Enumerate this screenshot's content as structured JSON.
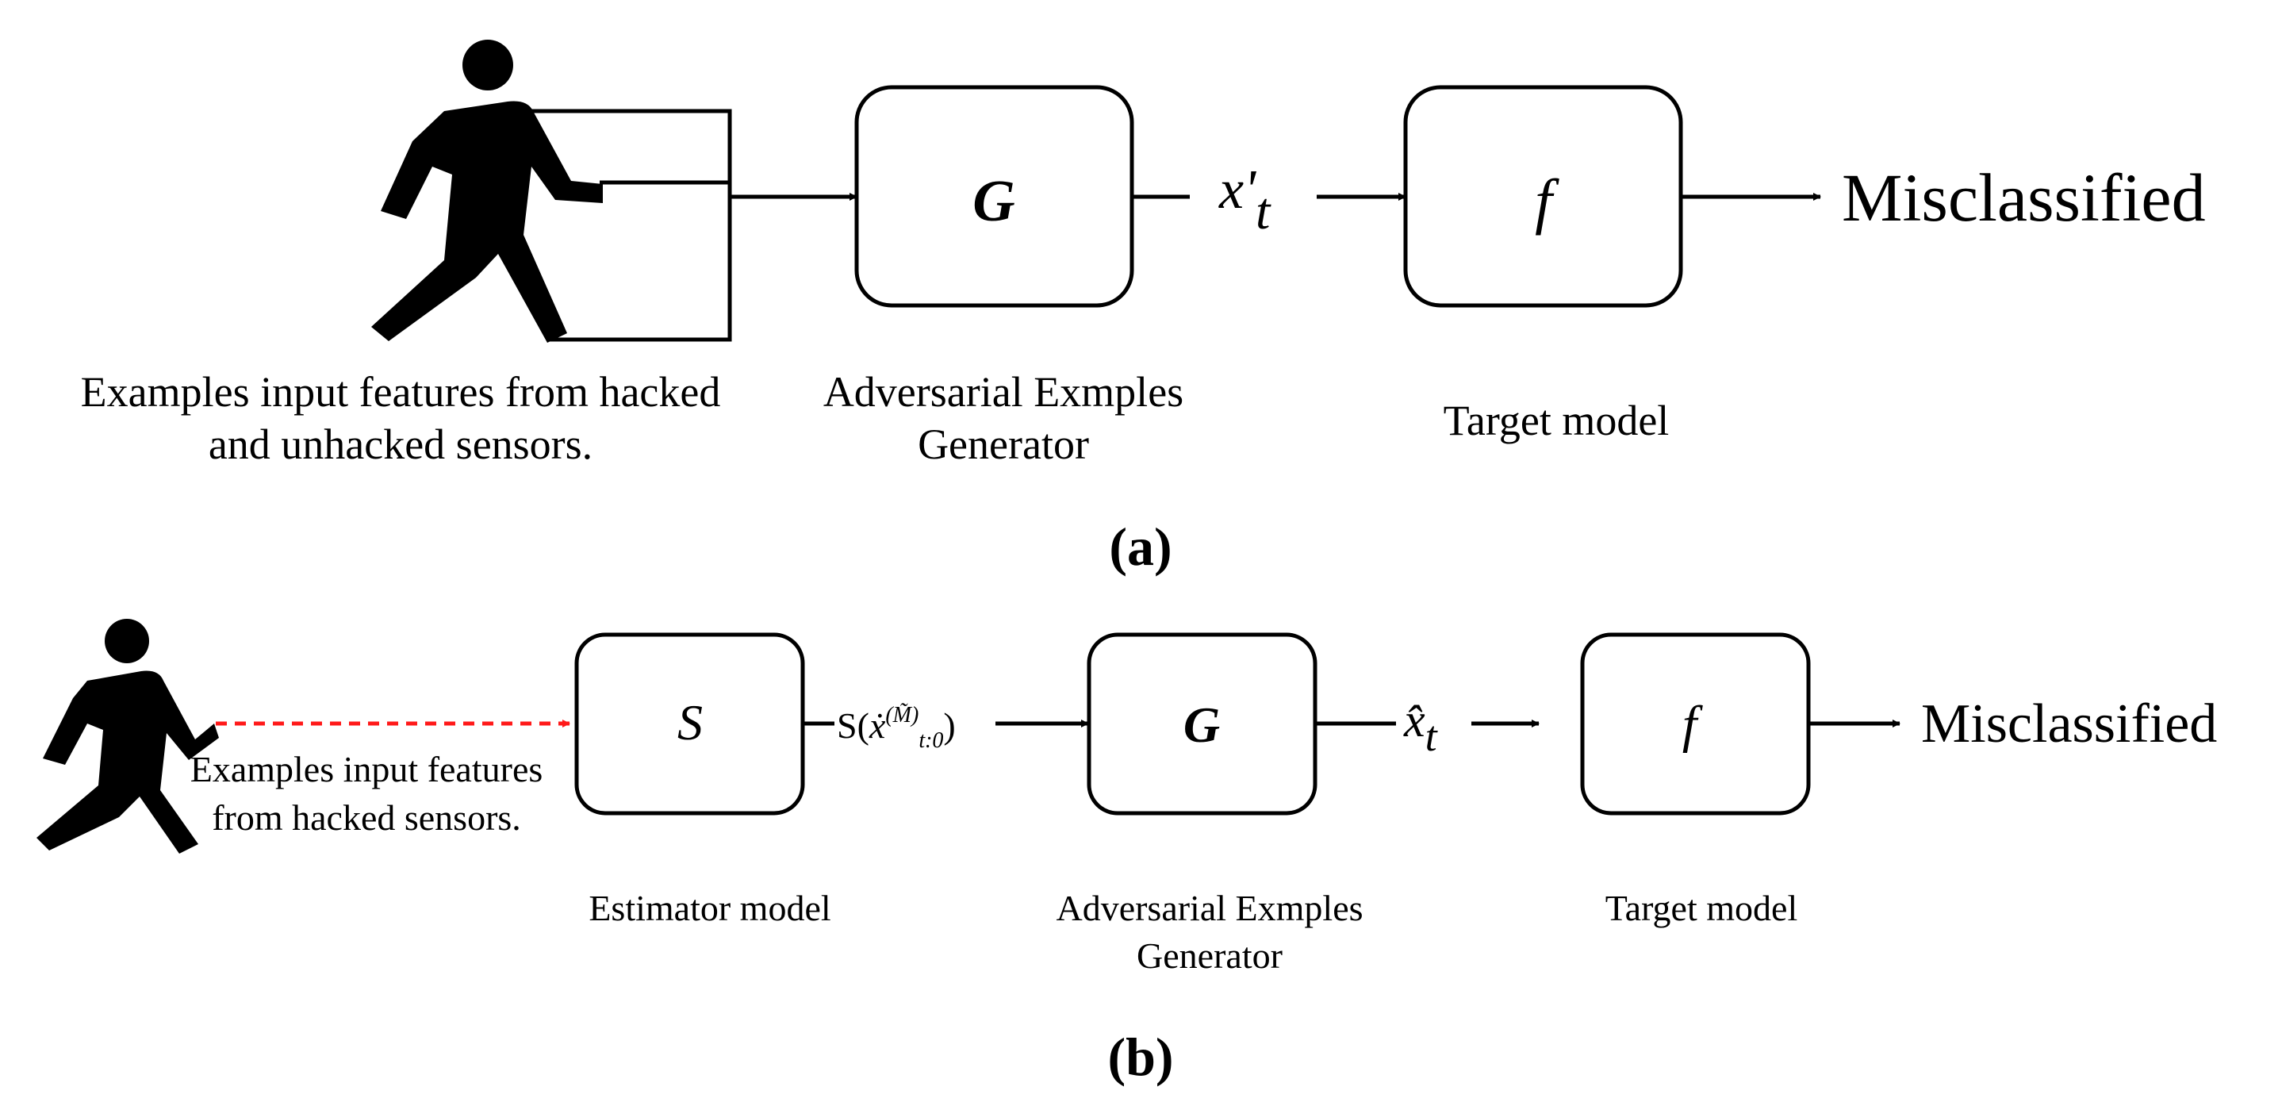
{
  "panel_a": {
    "input_caption_line1": "Examples input features from hacked",
    "input_caption_line2": "and unhacked sensors.",
    "generator_symbol": "G",
    "generator_caption_line1": "Adversarial Exmples",
    "generator_caption_line2": "Generator",
    "edge_label_main": "x'",
    "edge_label_sub": "t",
    "target_symbol": "f",
    "target_caption": "Target model",
    "output_label": "Misclassified",
    "panel_label": "(a)"
  },
  "panel_b": {
    "input_caption_line1": "Examples input features",
    "input_caption_line2": "from hacked sensors.",
    "estimator_symbol": "S",
    "estimator_caption": "Estimator model",
    "edge1_label_pre": "S(",
    "edge1_label_x": "ẋ",
    "edge1_label_sup": "(M̃)",
    "edge1_label_sub": "t:0",
    "edge1_label_post": ")",
    "generator_symbol": "G",
    "generator_caption_line1": "Adversarial Exmples",
    "generator_caption_line2": "Generator",
    "edge2_label_main": "x̂",
    "edge2_label_sub": "t",
    "target_symbol": "f",
    "target_caption": "Target model",
    "output_label": "Misclassified",
    "panel_label": "(b)"
  },
  "colors": {
    "dashed_arrow": "#ff1a1a",
    "stroke": "#000000"
  },
  "icons": [
    "walking-person-icon",
    "walking-person-icon"
  ]
}
